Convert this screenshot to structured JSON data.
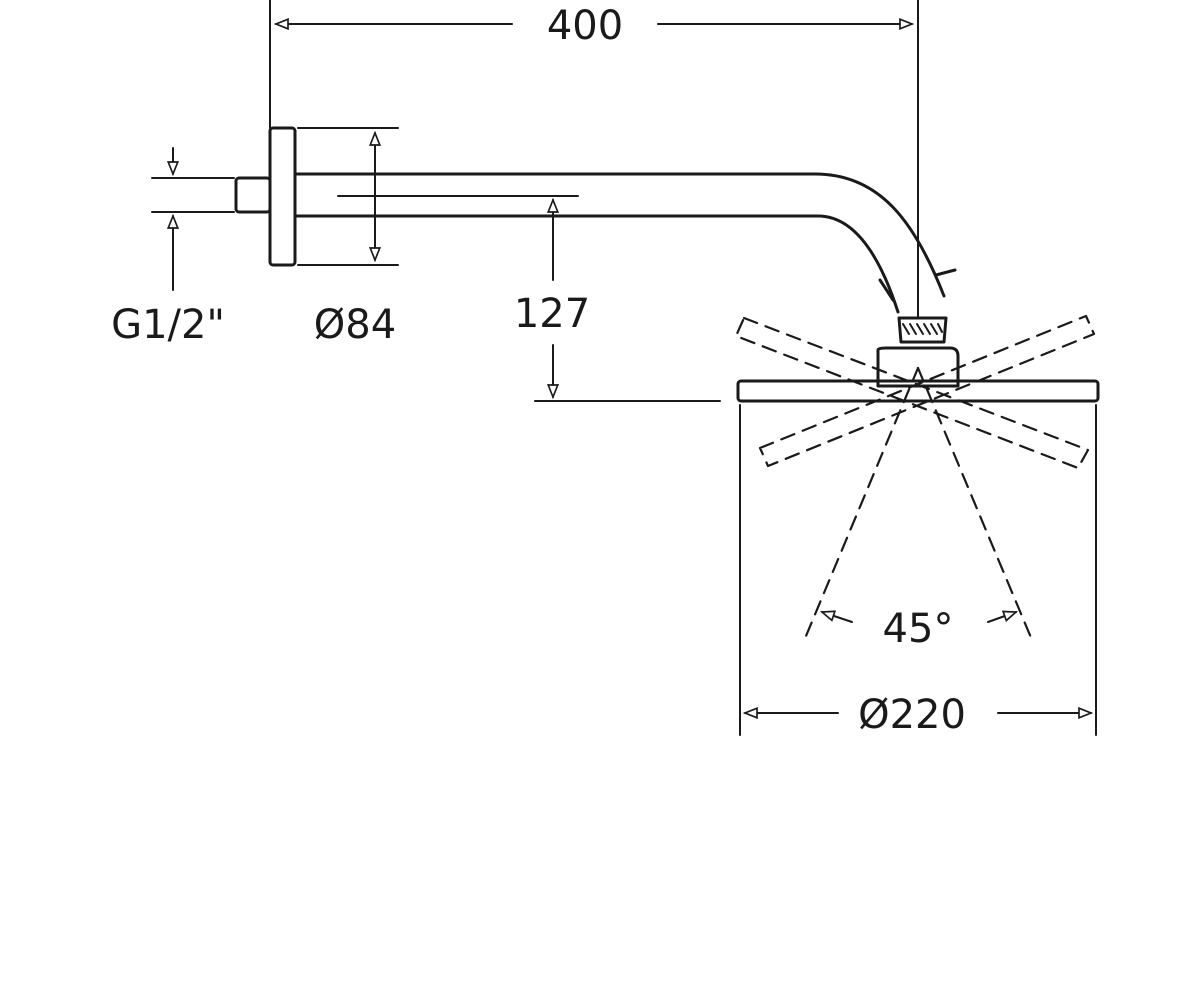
{
  "dimensions": {
    "arm_length": "400",
    "thread": "G1/2\"",
    "flange_diameter": "Ø84",
    "drop_height": "127",
    "swivel_angle": "45°",
    "head_diameter": "Ø220"
  },
  "colors": {
    "line": "#1a1a1a",
    "background": "#ffffff"
  }
}
